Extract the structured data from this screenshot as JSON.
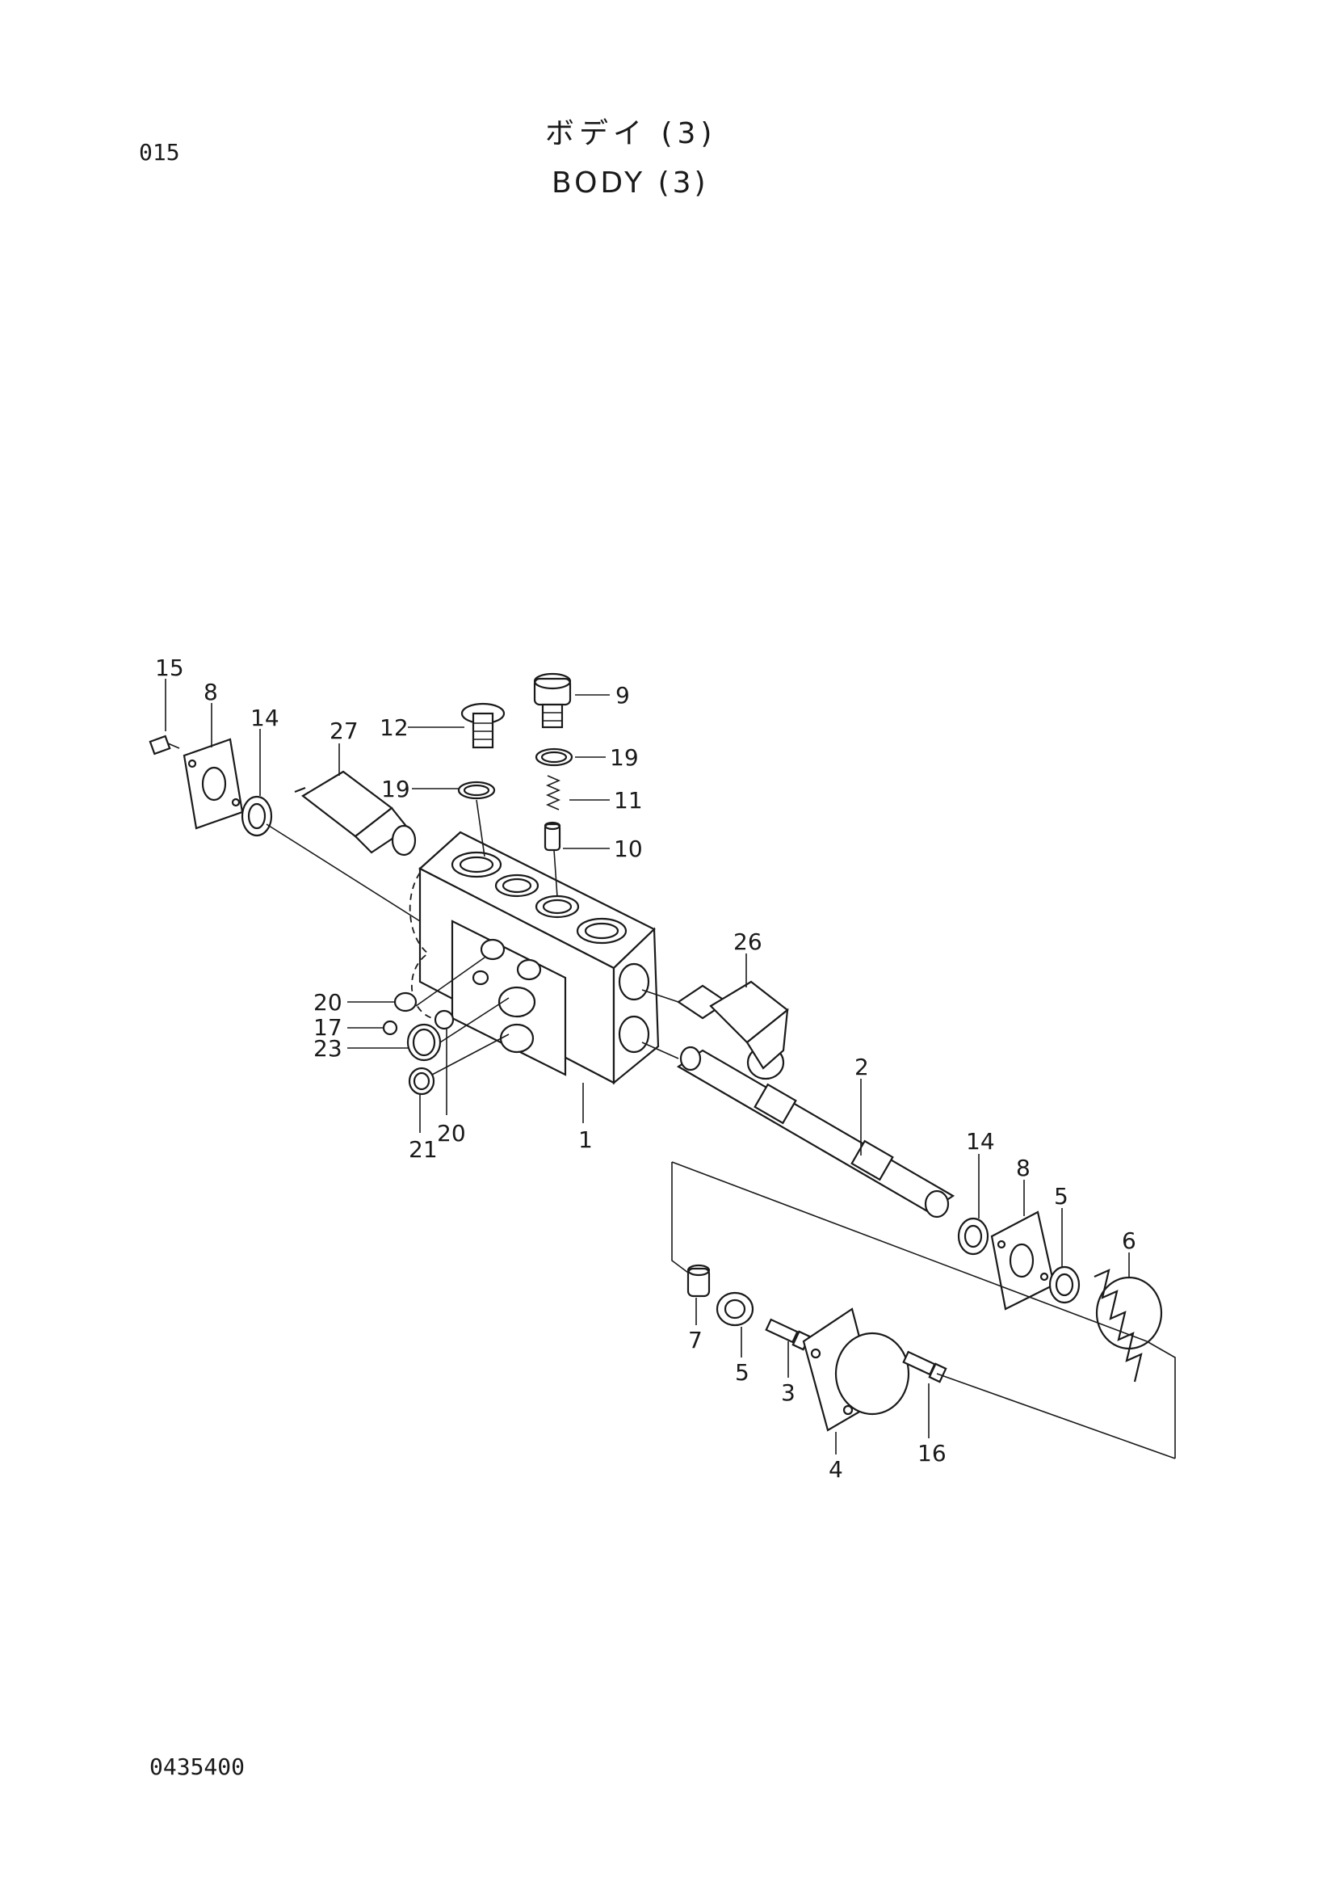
{
  "header": {
    "page_code": "015",
    "title_jp": "ボデイ (3)",
    "title_en": "BODY (3)"
  },
  "footer": {
    "drawing_number": "0435400"
  },
  "callouts": {
    "c15": "15",
    "c8a": "8",
    "c14a": "14",
    "c27": "27",
    "c12": "12",
    "c19a": "19",
    "c9": "9",
    "c19b": "19",
    "c11": "11",
    "c10": "10",
    "c26": "26",
    "c20a": "20",
    "c17": "17",
    "c23": "23",
    "c21": "21",
    "c20b": "20",
    "c1": "1",
    "c2": "2",
    "c14b": "14",
    "c8b": "8",
    "c5a": "5",
    "c6": "6",
    "c7": "7",
    "c5b": "5",
    "c3": "3",
    "c4": "4",
    "c16": "16"
  }
}
